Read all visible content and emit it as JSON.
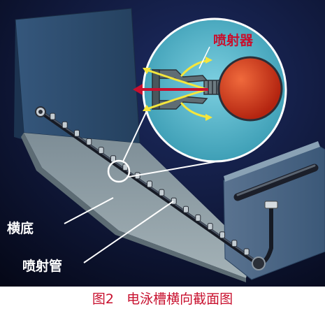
{
  "labels": {
    "sprayer": "喷射器",
    "tank_bottom": "横底",
    "spray_pipe": "喷射管"
  },
  "caption": "图2   电泳槽横向截面图",
  "colors": {
    "background": "#0a0f2e",
    "tank_wall": "#4a6a8c",
    "tank_floor": "#8fa0a8",
    "magnifier_fill": "#59b8cc",
    "sprayer_label": "#c8102e",
    "ball": "#d33a1e",
    "flow_arrows": "#f5e63c",
    "caption": "#c8102e"
  }
}
